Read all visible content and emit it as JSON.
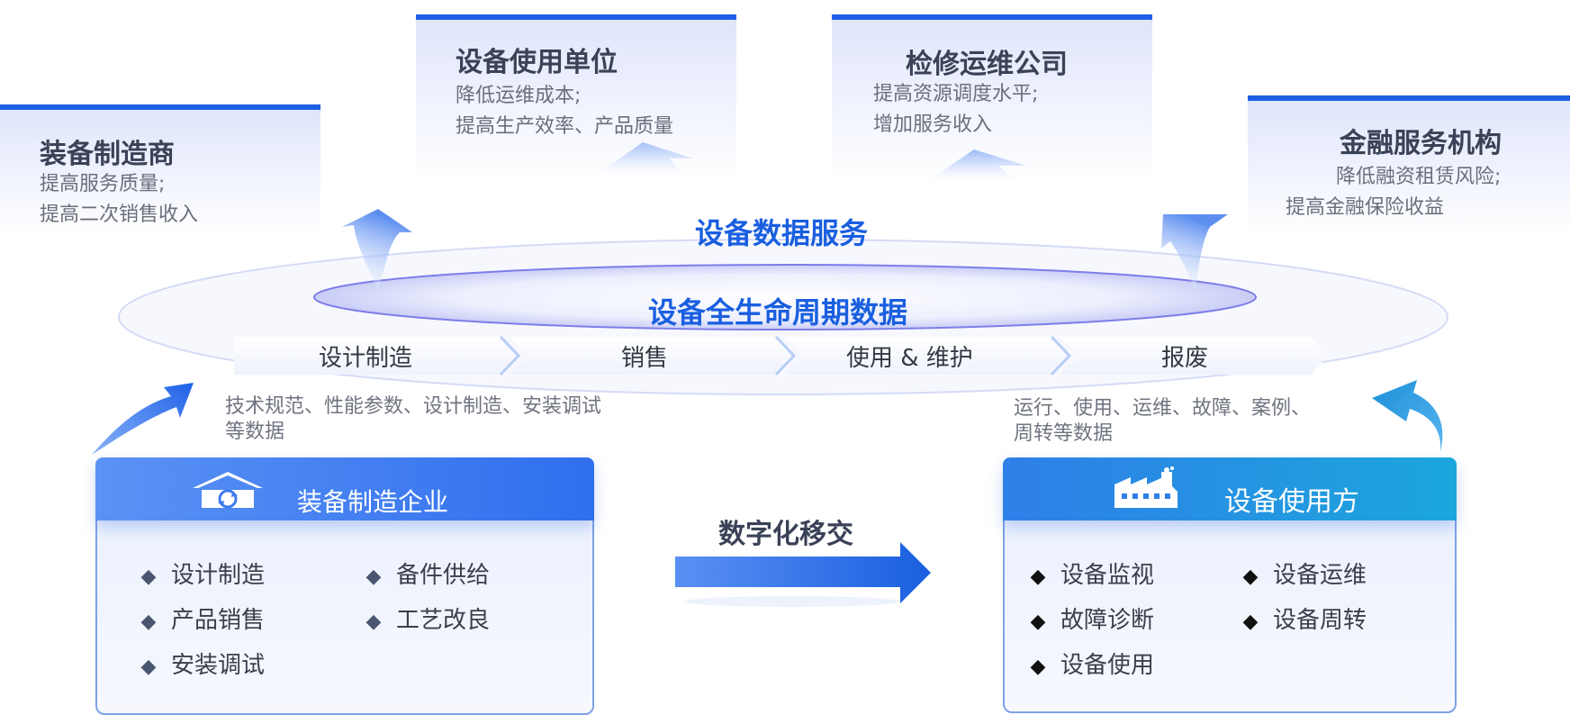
{
  "top_cards": [
    {
      "title": "装备制造商",
      "lines": [
        "提高服务质量;",
        "提高二次销售收入"
      ]
    },
    {
      "title": "设备使用单位",
      "lines": [
        "降低运维成本;",
        "提高生产效率、产品质量"
      ]
    },
    {
      "title": "检修运维公司",
      "lines": [
        "提高资源调度水平;",
        "增加服务收入"
      ]
    },
    {
      "title": "金融服务机构",
      "lines": [
        "降低融资租赁风险;",
        "提高金融保险收益"
      ]
    }
  ],
  "center": {
    "service_label": "设备数据服务",
    "lifecycle_label": "设备全生命周期数据"
  },
  "stages": [
    "设计制造",
    "销售",
    "使用 & 维护",
    "报废"
  ],
  "notes": {
    "left": [
      "技术规范、性能参数、设计制造、安装调试",
      "等数据"
    ],
    "right": [
      "运行、使用、运维、故障、案例、",
      "周转等数据"
    ]
  },
  "manufacturer": {
    "title": "装备制造企业",
    "icon": "factory-house-icon",
    "items": [
      "设计制造",
      "备件供给",
      "产品销售",
      "工艺改良",
      "安装调试"
    ]
  },
  "user": {
    "title": "设备使用方",
    "icon": "factory-icon",
    "items": [
      "设备监视",
      "设备运维",
      "故障诊断",
      "设备周转",
      "设备使用"
    ]
  },
  "transfer_label": "数字化移交",
  "colors": {
    "accent": "#1f5fe6",
    "title_blue": "#1a5fe0",
    "header_left": "#3d7bf0",
    "header_right": "#1ca0dc",
    "diamond_left": "#4a5670",
    "diamond_right": "#111111"
  }
}
